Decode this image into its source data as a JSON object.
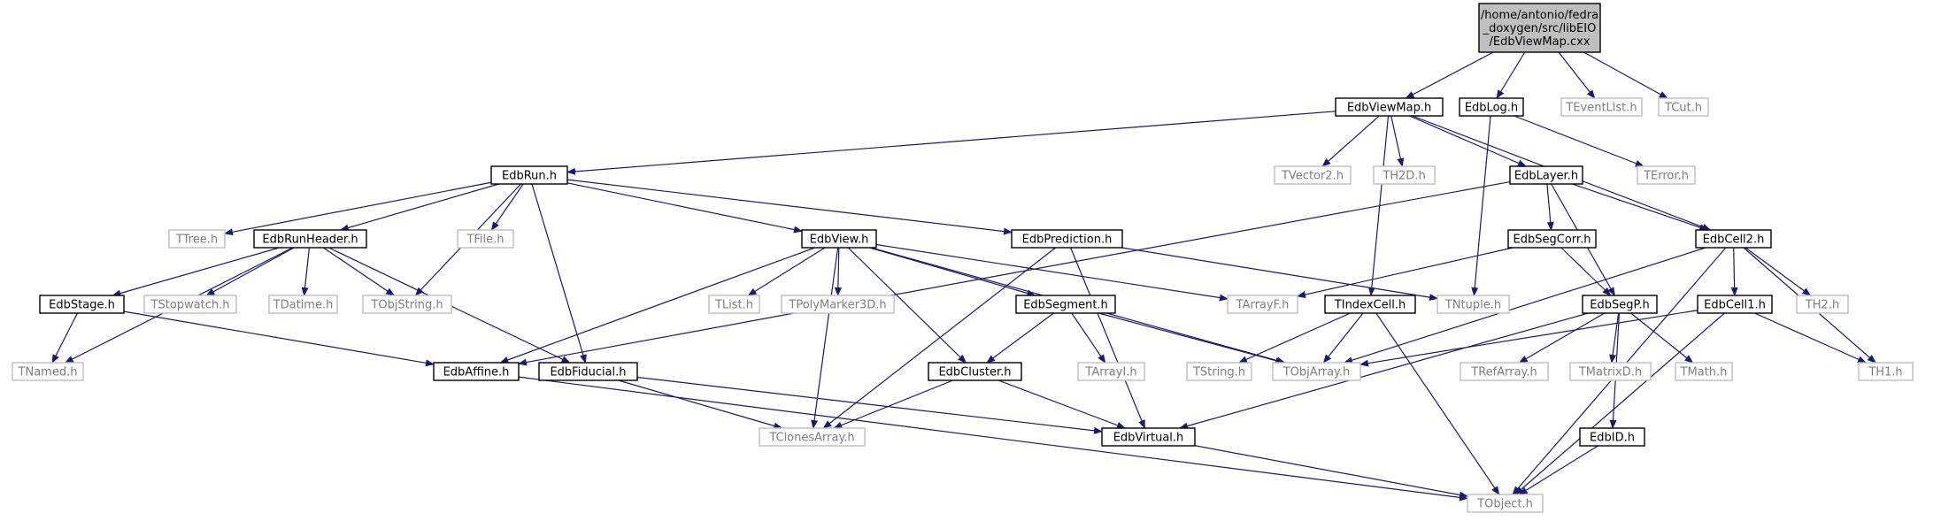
{
  "graph": {
    "colors": {
      "edge": "#191970",
      "root_fill": "#bfbfbf",
      "local_border": "#000000",
      "external_border": "#bfbfbf",
      "local_text": "#000000",
      "external_text": "#7f7f7f"
    },
    "nodes": [
      {
        "id": "root",
        "lines": [
          "/home/antonio/fedra",
          "_doxygen/src/libEIO",
          "/EdbViewMap.cxx"
        ],
        "kind": "root"
      },
      {
        "id": "EdbViewMap",
        "lines": [
          "EdbViewMap.h"
        ],
        "kind": "local"
      },
      {
        "id": "EdbLog",
        "lines": [
          "EdbLog.h"
        ],
        "kind": "local"
      },
      {
        "id": "TEventList",
        "lines": [
          "TEventList.h"
        ],
        "kind": "external"
      },
      {
        "id": "TCut",
        "lines": [
          "TCut.h"
        ],
        "kind": "external"
      },
      {
        "id": "EdbRun",
        "lines": [
          "EdbRun.h"
        ],
        "kind": "local"
      },
      {
        "id": "TVector2",
        "lines": [
          "TVector2.h"
        ],
        "kind": "external"
      },
      {
        "id": "TH2D",
        "lines": [
          "TH2D.h"
        ],
        "kind": "external"
      },
      {
        "id": "EdbLayer",
        "lines": [
          "EdbLayer.h"
        ],
        "kind": "local"
      },
      {
        "id": "TError",
        "lines": [
          "TError.h"
        ],
        "kind": "external"
      },
      {
        "id": "TTree",
        "lines": [
          "TTree.h"
        ],
        "kind": "external"
      },
      {
        "id": "EdbRunHeader",
        "lines": [
          "EdbRunHeader.h"
        ],
        "kind": "local"
      },
      {
        "id": "TFile",
        "lines": [
          "TFile.h"
        ],
        "kind": "external"
      },
      {
        "id": "EdbView",
        "lines": [
          "EdbView.h"
        ],
        "kind": "local"
      },
      {
        "id": "EdbPrediction",
        "lines": [
          "EdbPrediction.h"
        ],
        "kind": "local"
      },
      {
        "id": "EdbSegCorr",
        "lines": [
          "EdbSegCorr.h"
        ],
        "kind": "local"
      },
      {
        "id": "EdbCell2",
        "lines": [
          "EdbCell2.h"
        ],
        "kind": "local"
      },
      {
        "id": "EdbStage",
        "lines": [
          "EdbStage.h"
        ],
        "kind": "local"
      },
      {
        "id": "TStopwatch",
        "lines": [
          "TStopwatch.h"
        ],
        "kind": "external"
      },
      {
        "id": "TDatime",
        "lines": [
          "TDatime.h"
        ],
        "kind": "external"
      },
      {
        "id": "TObjString",
        "lines": [
          "TObjString.h"
        ],
        "kind": "external"
      },
      {
        "id": "TList",
        "lines": [
          "TList.h"
        ],
        "kind": "external"
      },
      {
        "id": "TPolyMarker3D",
        "lines": [
          "TPolyMarker3D.h"
        ],
        "kind": "external"
      },
      {
        "id": "EdbSegment",
        "lines": [
          "EdbSegment.h"
        ],
        "kind": "local"
      },
      {
        "id": "TArrayF",
        "lines": [
          "TArrayF.h"
        ],
        "kind": "external"
      },
      {
        "id": "TIndexCell",
        "lines": [
          "TIndexCell.h"
        ],
        "kind": "local"
      },
      {
        "id": "TNtuple",
        "lines": [
          "TNtuple.h"
        ],
        "kind": "external"
      },
      {
        "id": "EdbSegP",
        "lines": [
          "EdbSegP.h"
        ],
        "kind": "local"
      },
      {
        "id": "EdbCell1",
        "lines": [
          "EdbCell1.h"
        ],
        "kind": "local"
      },
      {
        "id": "TH2",
        "lines": [
          "TH2.h"
        ],
        "kind": "external"
      },
      {
        "id": "TNamed",
        "lines": [
          "TNamed.h"
        ],
        "kind": "external"
      },
      {
        "id": "EdbAffine",
        "lines": [
          "EdbAffine.h"
        ],
        "kind": "local"
      },
      {
        "id": "EdbFiducial",
        "lines": [
          "EdbFiducial.h"
        ],
        "kind": "local"
      },
      {
        "id": "EdbCluster",
        "lines": [
          "EdbCluster.h"
        ],
        "kind": "local"
      },
      {
        "id": "TArrayI",
        "lines": [
          "TArrayI.h"
        ],
        "kind": "external"
      },
      {
        "id": "TString",
        "lines": [
          "TString.h"
        ],
        "kind": "external"
      },
      {
        "id": "TObjArray",
        "lines": [
          "TObjArray.h"
        ],
        "kind": "external"
      },
      {
        "id": "TRefArray",
        "lines": [
          "TRefArray.h"
        ],
        "kind": "external"
      },
      {
        "id": "TMatrixD",
        "lines": [
          "TMatrixD.h"
        ],
        "kind": "external"
      },
      {
        "id": "TMath",
        "lines": [
          "TMath.h"
        ],
        "kind": "external"
      },
      {
        "id": "TH1",
        "lines": [
          "TH1.h"
        ],
        "kind": "external"
      },
      {
        "id": "TClonesArray",
        "lines": [
          "TClonesArray.h"
        ],
        "kind": "external"
      },
      {
        "id": "EdbVirtual",
        "lines": [
          "EdbVirtual.h"
        ],
        "kind": "local"
      },
      {
        "id": "EdbID",
        "lines": [
          "EdbID.h"
        ],
        "kind": "local"
      },
      {
        "id": "TObject",
        "lines": [
          "TObject.h"
        ],
        "kind": "external"
      }
    ],
    "edges": [
      [
        "root",
        "EdbViewMap"
      ],
      [
        "root",
        "EdbLog"
      ],
      [
        "root",
        "TEventList"
      ],
      [
        "root",
        "TCut"
      ],
      [
        "EdbViewMap",
        "EdbRun"
      ],
      [
        "EdbViewMap",
        "TVector2"
      ],
      [
        "EdbViewMap",
        "TH2D"
      ],
      [
        "EdbViewMap",
        "EdbLayer"
      ],
      [
        "EdbViewMap",
        "EdbCell2"
      ],
      [
        "EdbViewMap",
        "TIndexCell"
      ],
      [
        "EdbLog",
        "TError"
      ],
      [
        "EdbLog",
        "TNtuple"
      ],
      [
        "EdbRun",
        "TTree"
      ],
      [
        "EdbRun",
        "EdbRunHeader"
      ],
      [
        "EdbRun",
        "TFile"
      ],
      [
        "EdbRun",
        "TObjString"
      ],
      [
        "EdbRun",
        "EdbView"
      ],
      [
        "EdbRun",
        "EdbPrediction"
      ],
      [
        "EdbRun",
        "EdbFiducial"
      ],
      [
        "EdbLayer",
        "EdbSegCorr"
      ],
      [
        "EdbLayer",
        "EdbCell2"
      ],
      [
        "EdbLayer",
        "EdbSegP"
      ],
      [
        "EdbLayer",
        "EdbAffine"
      ],
      [
        "EdbRunHeader",
        "EdbStage"
      ],
      [
        "EdbRunHeader",
        "TStopwatch"
      ],
      [
        "EdbRunHeader",
        "TDatime"
      ],
      [
        "EdbRunHeader",
        "TObjString"
      ],
      [
        "EdbRunHeader",
        "TNamed"
      ],
      [
        "EdbRunHeader",
        "EdbFiducial"
      ],
      [
        "EdbView",
        "TList"
      ],
      [
        "EdbView",
        "TPolyMarker3D"
      ],
      [
        "EdbView",
        "EdbSegment"
      ],
      [
        "EdbView",
        "TArrayF"
      ],
      [
        "EdbView",
        "TObjArray"
      ],
      [
        "EdbView",
        "EdbCluster"
      ],
      [
        "EdbView",
        "TClonesArray"
      ],
      [
        "EdbView",
        "EdbAffine"
      ],
      [
        "EdbPrediction",
        "TNtuple"
      ],
      [
        "EdbPrediction",
        "EdbVirtual"
      ],
      [
        "EdbPrediction",
        "TClonesArray"
      ],
      [
        "EdbSegCorr",
        "TArrayF"
      ],
      [
        "EdbSegCorr",
        "EdbSegP"
      ],
      [
        "EdbCell2",
        "EdbCell1"
      ],
      [
        "EdbCell2",
        "TH2"
      ],
      [
        "EdbCell2",
        "TH1"
      ],
      [
        "EdbCell2",
        "TObjArray"
      ],
      [
        "EdbCell2",
        "TObject"
      ],
      [
        "EdbStage",
        "TNamed"
      ],
      [
        "EdbStage",
        "EdbAffine"
      ],
      [
        "EdbSegment",
        "EdbCluster"
      ],
      [
        "EdbSegment",
        "TArrayI"
      ],
      [
        "EdbSegment",
        "TObjArray"
      ],
      [
        "TIndexCell",
        "TString"
      ],
      [
        "TIndexCell",
        "TObjArray"
      ],
      [
        "TIndexCell",
        "TObject"
      ],
      [
        "EdbSegP",
        "TRefArray"
      ],
      [
        "EdbSegP",
        "TMatrixD"
      ],
      [
        "EdbSegP",
        "TMath"
      ],
      [
        "EdbSegP",
        "EdbID"
      ],
      [
        "EdbSegP",
        "EdbVirtual"
      ],
      [
        "EdbCell1",
        "TH1"
      ],
      [
        "EdbCell1",
        "TObjArray"
      ],
      [
        "EdbCell1",
        "TObject"
      ],
      [
        "EdbAffine",
        "TObject"
      ],
      [
        "EdbFiducial",
        "TClonesArray"
      ],
      [
        "EdbFiducial",
        "EdbVirtual"
      ],
      [
        "EdbCluster",
        "TClonesArray"
      ],
      [
        "EdbCluster",
        "EdbVirtual"
      ],
      [
        "EdbVirtual",
        "TObject"
      ],
      [
        "EdbID",
        "TObject"
      ]
    ]
  }
}
